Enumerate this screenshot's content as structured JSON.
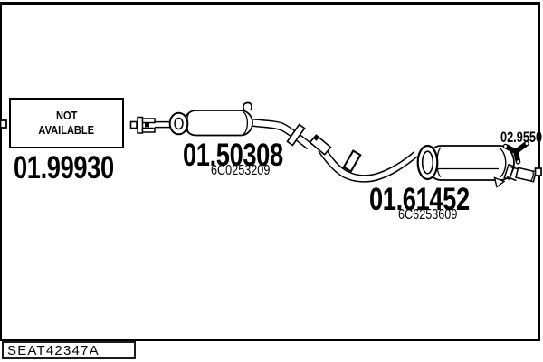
{
  "diagram": {
    "front_section": {
      "status": {
        "line1": "NOT",
        "line2": "AVAILABLE"
      },
      "part_number": "01.99930"
    },
    "middle_silencer": {
      "part_number": "01.50308",
      "oem_number": "6C0253209"
    },
    "rear_silencer": {
      "part_number": "01.61452",
      "oem_number": "6C6253609"
    },
    "hanger": {
      "part_number": "02.9550",
      "icon": "tri-lobe-rubber-hanger-icon"
    },
    "footer": {
      "diagram_code": "SEAT42347A"
    },
    "colors": {
      "line": "#000000",
      "background": "#ffffff"
    }
  }
}
